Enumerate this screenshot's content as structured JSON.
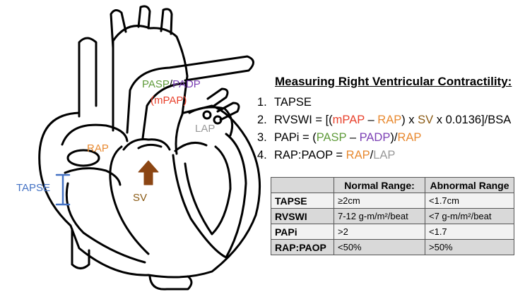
{
  "diagram": {
    "labels": {
      "pasp": "PASP",
      "slash": "/",
      "padp": "PADP",
      "mpap": "(mPAP)",
      "rap": "RAP",
      "lap": "LAP",
      "sv": "SV",
      "tapse": "TAPSE"
    }
  },
  "title": "Measuring Right Ventricular Contractility:",
  "measures": [
    {
      "num": "1.",
      "parts": [
        {
          "t": "TAPSE",
          "c": "black"
        }
      ]
    },
    {
      "num": "2.",
      "parts": [
        {
          "t": "RVSWI = [(",
          "c": "black"
        },
        {
          "t": "mPAP",
          "c": "red"
        },
        {
          "t": " – ",
          "c": "black"
        },
        {
          "t": "RAP",
          "c": "orange"
        },
        {
          "t": ") x ",
          "c": "black"
        },
        {
          "t": "SV",
          "c": "brown"
        },
        {
          "t": " x 0.0136]/BSA",
          "c": "black"
        }
      ]
    },
    {
      "num": "3.",
      "parts": [
        {
          "t": "PAPi = (",
          "c": "black"
        },
        {
          "t": "PASP",
          "c": "green"
        },
        {
          "t": " – ",
          "c": "black"
        },
        {
          "t": "PADP",
          "c": "purple"
        },
        {
          "t": ")/",
          "c": "black"
        },
        {
          "t": "RAP",
          "c": "orange"
        }
      ]
    },
    {
      "num": "4.",
      "parts": [
        {
          "t": "RAP:PAOP = ",
          "c": "black"
        },
        {
          "t": "RAP",
          "c": "orange"
        },
        {
          "t": "/",
          "c": "black"
        },
        {
          "t": "LAP",
          "c": "gray"
        }
      ]
    }
  ],
  "table": {
    "headers": [
      "",
      "Normal Range:",
      "Abnormal Range"
    ],
    "rows": [
      [
        "TAPSE",
        "≥2cm",
        "<1.7cm"
      ],
      [
        "RVSWI",
        "7-12 g-m/m²/beat",
        "<7 g-m/m²/beat"
      ],
      [
        "PAPi",
        ">2",
        "<1.7"
      ],
      [
        "RAP:PAOP",
        "<50%",
        ">50%"
      ]
    ]
  },
  "colors": {
    "black": "#000000",
    "red": "#e8412c",
    "orange": "#e8892f",
    "brown": "#8a5a14",
    "green": "#5f9b3a",
    "purple": "#7b3fb4",
    "gray": "#999999",
    "blue": "#4472c4",
    "arrow": "#8b4513"
  }
}
